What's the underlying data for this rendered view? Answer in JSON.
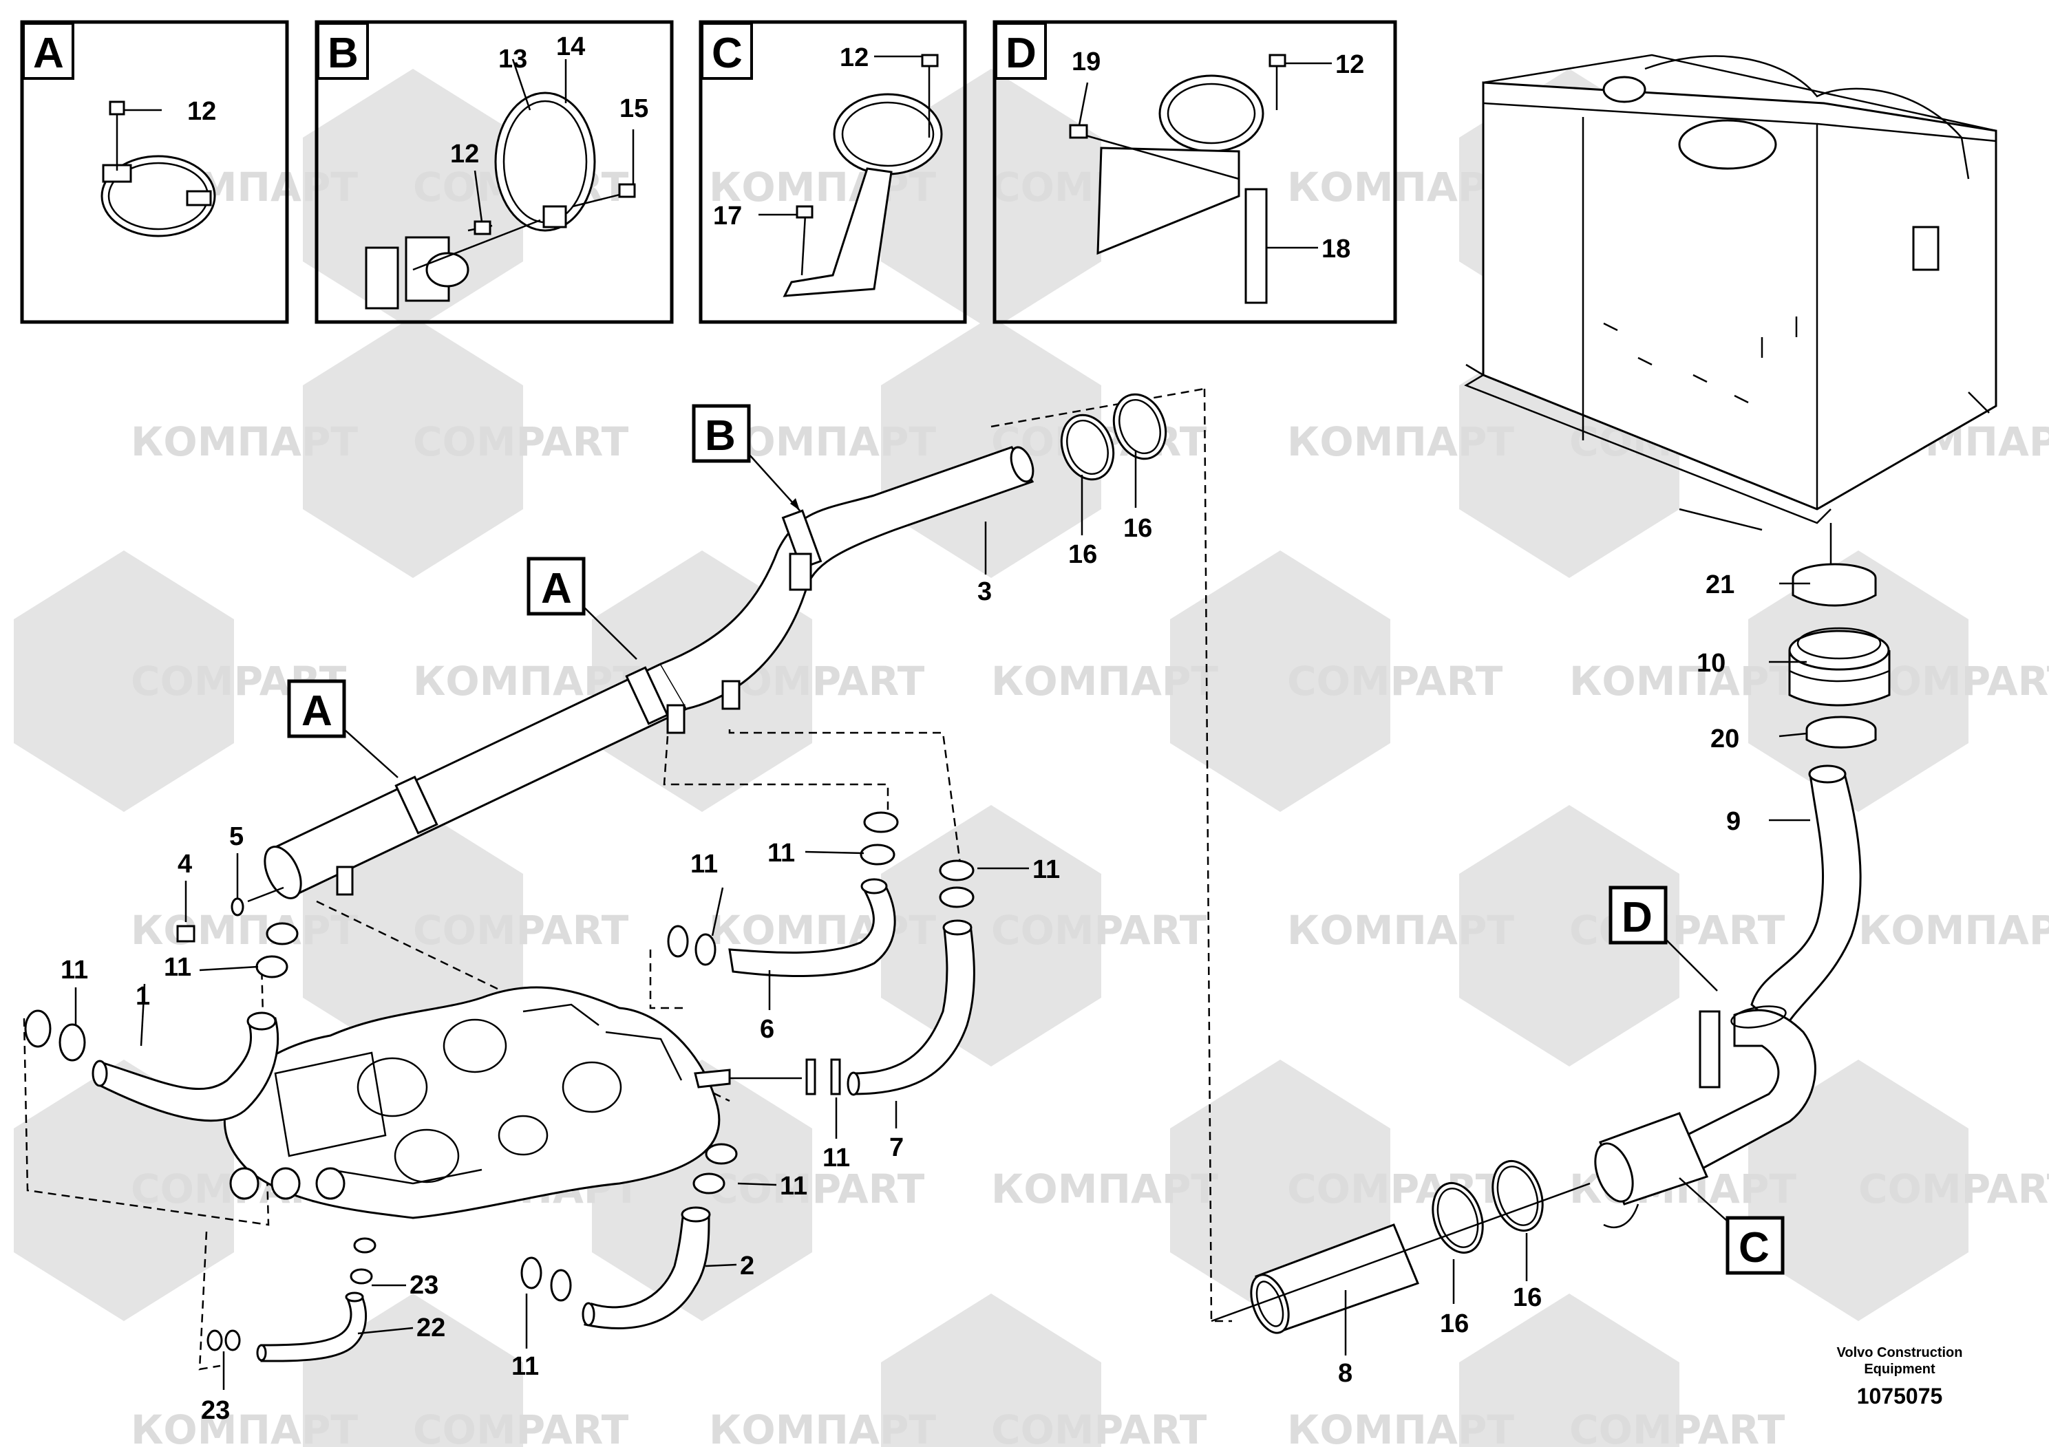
{
  "watermark": {
    "text_cyrillic": "КОМПАРТ",
    "text_latin": "COMPART",
    "color": "#d9d9d9"
  },
  "insets": [
    {
      "letter": "A",
      "labels": [
        "12"
      ]
    },
    {
      "letter": "B",
      "labels": [
        "13",
        "14",
        "12",
        "15"
      ]
    },
    {
      "letter": "C",
      "labels": [
        "12",
        "17"
      ]
    },
    {
      "letter": "D",
      "labels": [
        "19",
        "12",
        "18"
      ]
    }
  ],
  "callouts": {
    "B": "B",
    "A1": "A",
    "A2": "A",
    "D": "D",
    "C": "C"
  },
  "part_labels": {
    "p1": "1",
    "p2": "2",
    "p3": "3",
    "p4": "4",
    "p5": "5",
    "p6": "6",
    "p7": "7",
    "p8": "8",
    "p9": "9",
    "p10": "10",
    "p11a": "11",
    "p11b": "11",
    "p11c": "11",
    "p11d": "11",
    "p11e": "11",
    "p11f": "11",
    "p11g": "11",
    "p11h": "11",
    "p16a": "16",
    "p16b": "16",
    "p16c": "16",
    "p16d": "16",
    "p20": "20",
    "p21": "21",
    "p22": "22",
    "p23a": "23",
    "p23b": "23"
  },
  "footer": {
    "maker_line1": "Volvo Construction",
    "maker_line2": "Equipment",
    "drawing_number": "1075075"
  }
}
